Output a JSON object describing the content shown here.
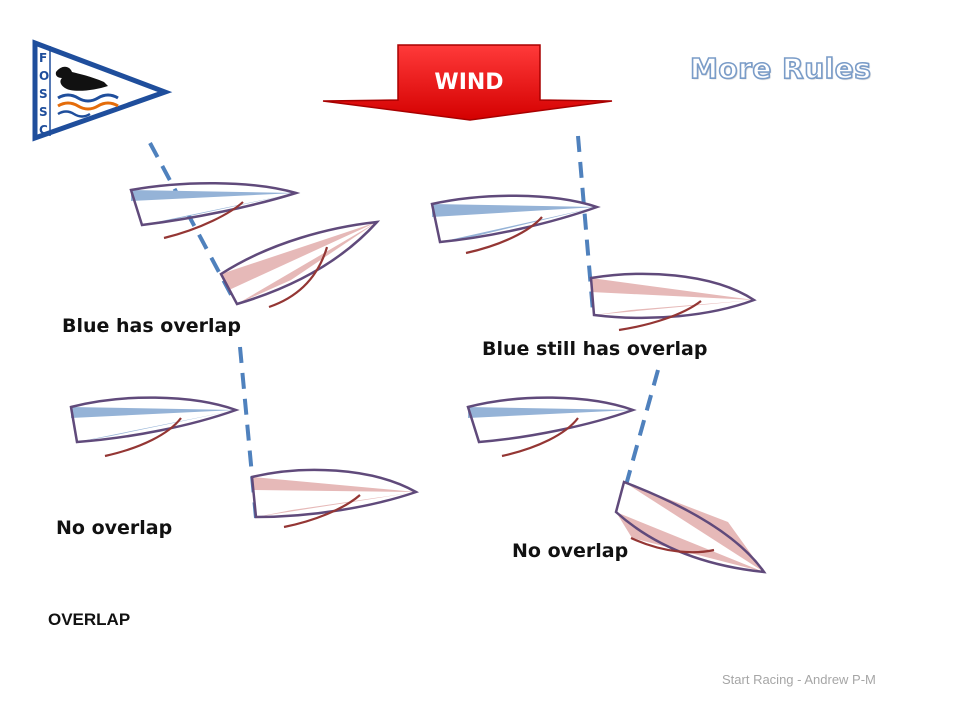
{
  "slide": {
    "title": "More Rules",
    "wind_label": "WIND",
    "section_label": "OVERLAP",
    "credit": "Start Racing - Andrew P-M"
  },
  "logo": {
    "letters": [
      "F",
      "O",
      "S",
      "S",
      "C"
    ]
  },
  "captions": {
    "top_left": "Blue has overlap",
    "top_right": "Blue still has overlap",
    "bottom_left": "No overlap",
    "bottom_right": "No overlap"
  },
  "colors": {
    "blue_sail": "#95b3d7",
    "red_sail": "#e6b9b8",
    "hull_outline": "#604a7b",
    "boom": "#943634",
    "overlap_line": "#4f81bd",
    "wind_arrow": "#ff0000",
    "logo_blue": "#1f4e9c",
    "logo_orange": "#e46c0a"
  }
}
